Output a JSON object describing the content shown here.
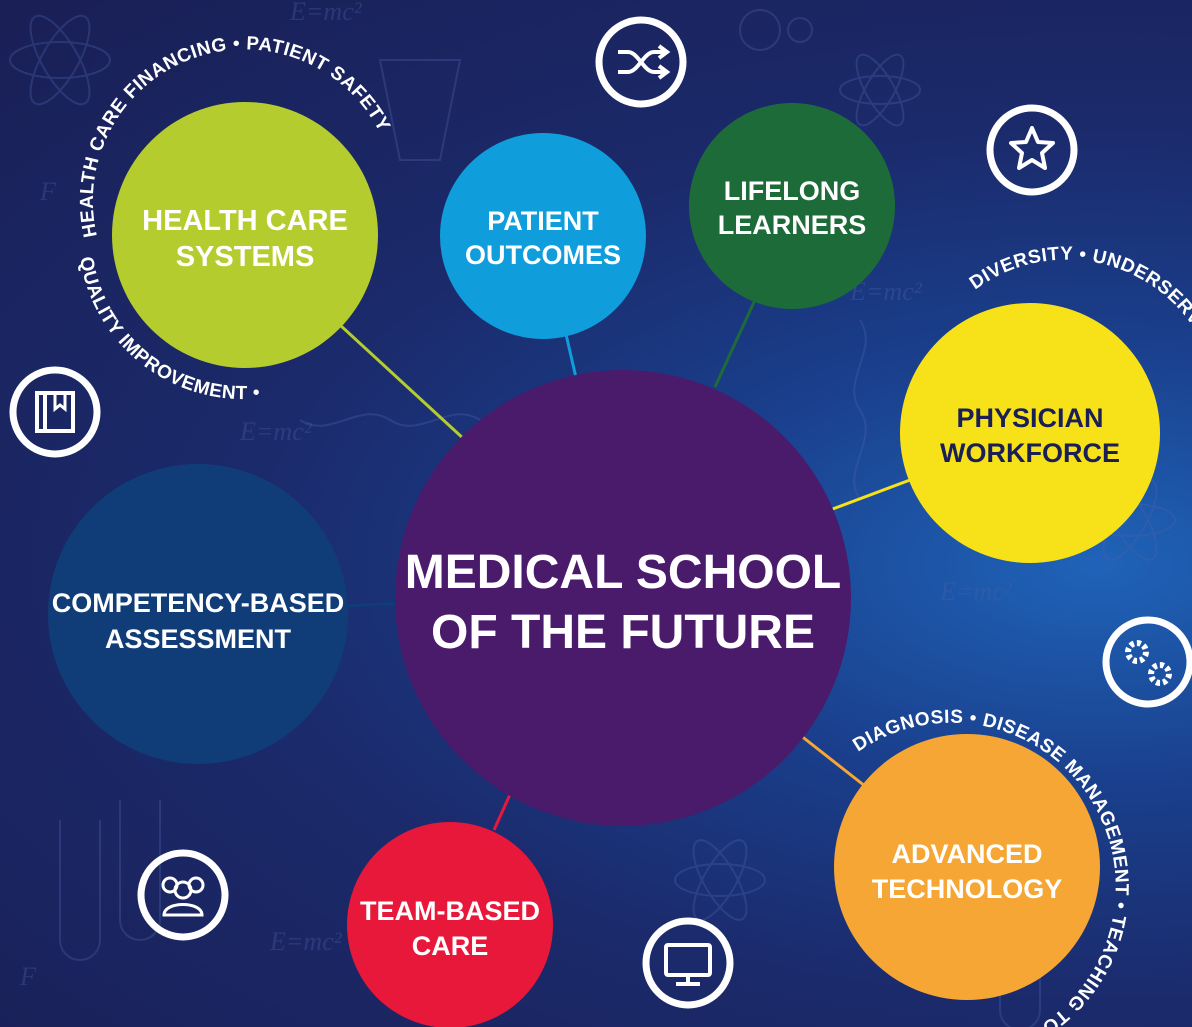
{
  "center": {
    "line1": "MEDICAL SCHOOL",
    "line2": "OF THE FUTURE",
    "color": "#4a1a6b"
  },
  "nodes": {
    "health_care_systems": {
      "line1": "HEALTH CARE",
      "line2": "SYSTEMS",
      "color": "#b5cc2f",
      "arc_top": "HEALTH CARE FINANCING • PATIENT SAFETY",
      "arc_bottom": "QUALITY IMPROVEMENT •"
    },
    "patient_outcomes": {
      "line1": "PATIENT",
      "line2": "OUTCOMES",
      "color": "#0f9ddb"
    },
    "lifelong_learners": {
      "line1": "LIFELONG",
      "line2": "LEARNERS",
      "color": "#1e6b3a"
    },
    "physician_workforce": {
      "line1": "PHYSICIAN",
      "line2": "WORKFORCE",
      "color": "#f7e21a",
      "arc": "DIVERSITY • UNDERSERVED POPULATIONS"
    },
    "competency_based": {
      "line1": "COMPETENCY-BASED",
      "line2": "ASSESSMENT",
      "color": "#103d78"
    },
    "team_based_care": {
      "line1": "TEAM-BASED",
      "line2": "CARE",
      "color": "#e8183a"
    },
    "advanced_technology": {
      "line1": "ADVANCED",
      "line2": "TECHNOLOGY",
      "color": "#f5a634",
      "arc": "DIAGNOSIS • DISEASE MANAGEMENT • TEACHING TOOLS"
    }
  },
  "connector_colors": {
    "health_care_systems": "#b5cc2f",
    "patient_outcomes": "#0f9ddb",
    "lifelong_learners": "#1e6b3a",
    "physician_workforce": "#f7e21a",
    "competency_based": "#103d78",
    "team_based_care": "#e8183a",
    "advanced_technology": "#f5a634"
  },
  "icons": [
    "shuffle-icon",
    "star-icon",
    "book-icon",
    "gears-icon",
    "team-icon",
    "monitor-icon"
  ]
}
